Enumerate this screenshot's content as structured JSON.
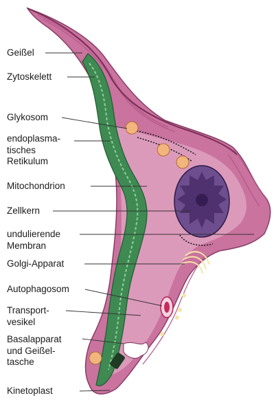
{
  "labels": {
    "geissel": [
      "Geißel"
    ],
    "zytoskelett": [
      "Zytoskelett"
    ],
    "glykosom": [
      "Glykosom"
    ],
    "er": [
      "endoplasma-",
      "tisches",
      "Retikulum"
    ],
    "mitochondrion": [
      "Mitochondrion"
    ],
    "zellkern": [
      "Zellkern"
    ],
    "membran": [
      "undulierende",
      "Membran"
    ],
    "golgi": [
      "Golgi-Apparat"
    ],
    "autophagosom": [
      "Autophagosom"
    ],
    "transport": [
      "Transport-",
      "vesikel"
    ],
    "basal": [
      "Basalapparat",
      "und Geißel-",
      "tasche"
    ],
    "kinetoplast": [
      "Kinetoplast"
    ]
  },
  "colors": {
    "cell_body": "#c9739e",
    "cell_inner": "#dfa1bf",
    "membrane_fold": "#b5568a",
    "mitochondrion": "#3f8a52",
    "mito_inner": "#8fcf9a",
    "nucleus": "#6e4e8e",
    "nucleus_center": "#4a2f6a",
    "glycosome": "#f1b57d",
    "leader_line": "#333333"
  }
}
